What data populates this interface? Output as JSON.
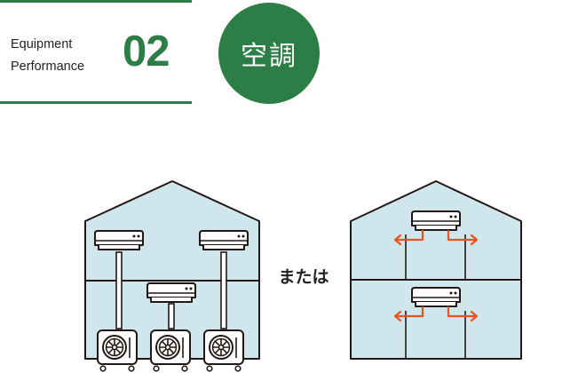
{
  "header": {
    "label_line1": "Equipment",
    "label_line2": "Performance",
    "section_number": "02",
    "category": "空調"
  },
  "diagram": {
    "separator_text": "または",
    "left_option": {
      "indoor_units": 3,
      "outdoor_units": 3
    },
    "right_option": {
      "indoor_units": 2,
      "floors": 2
    }
  },
  "colors": {
    "brand_green": "#2d7d46",
    "house_fill": "#cfe6ec",
    "outline": "#231815",
    "airflow_arrow": "#e8541e"
  }
}
